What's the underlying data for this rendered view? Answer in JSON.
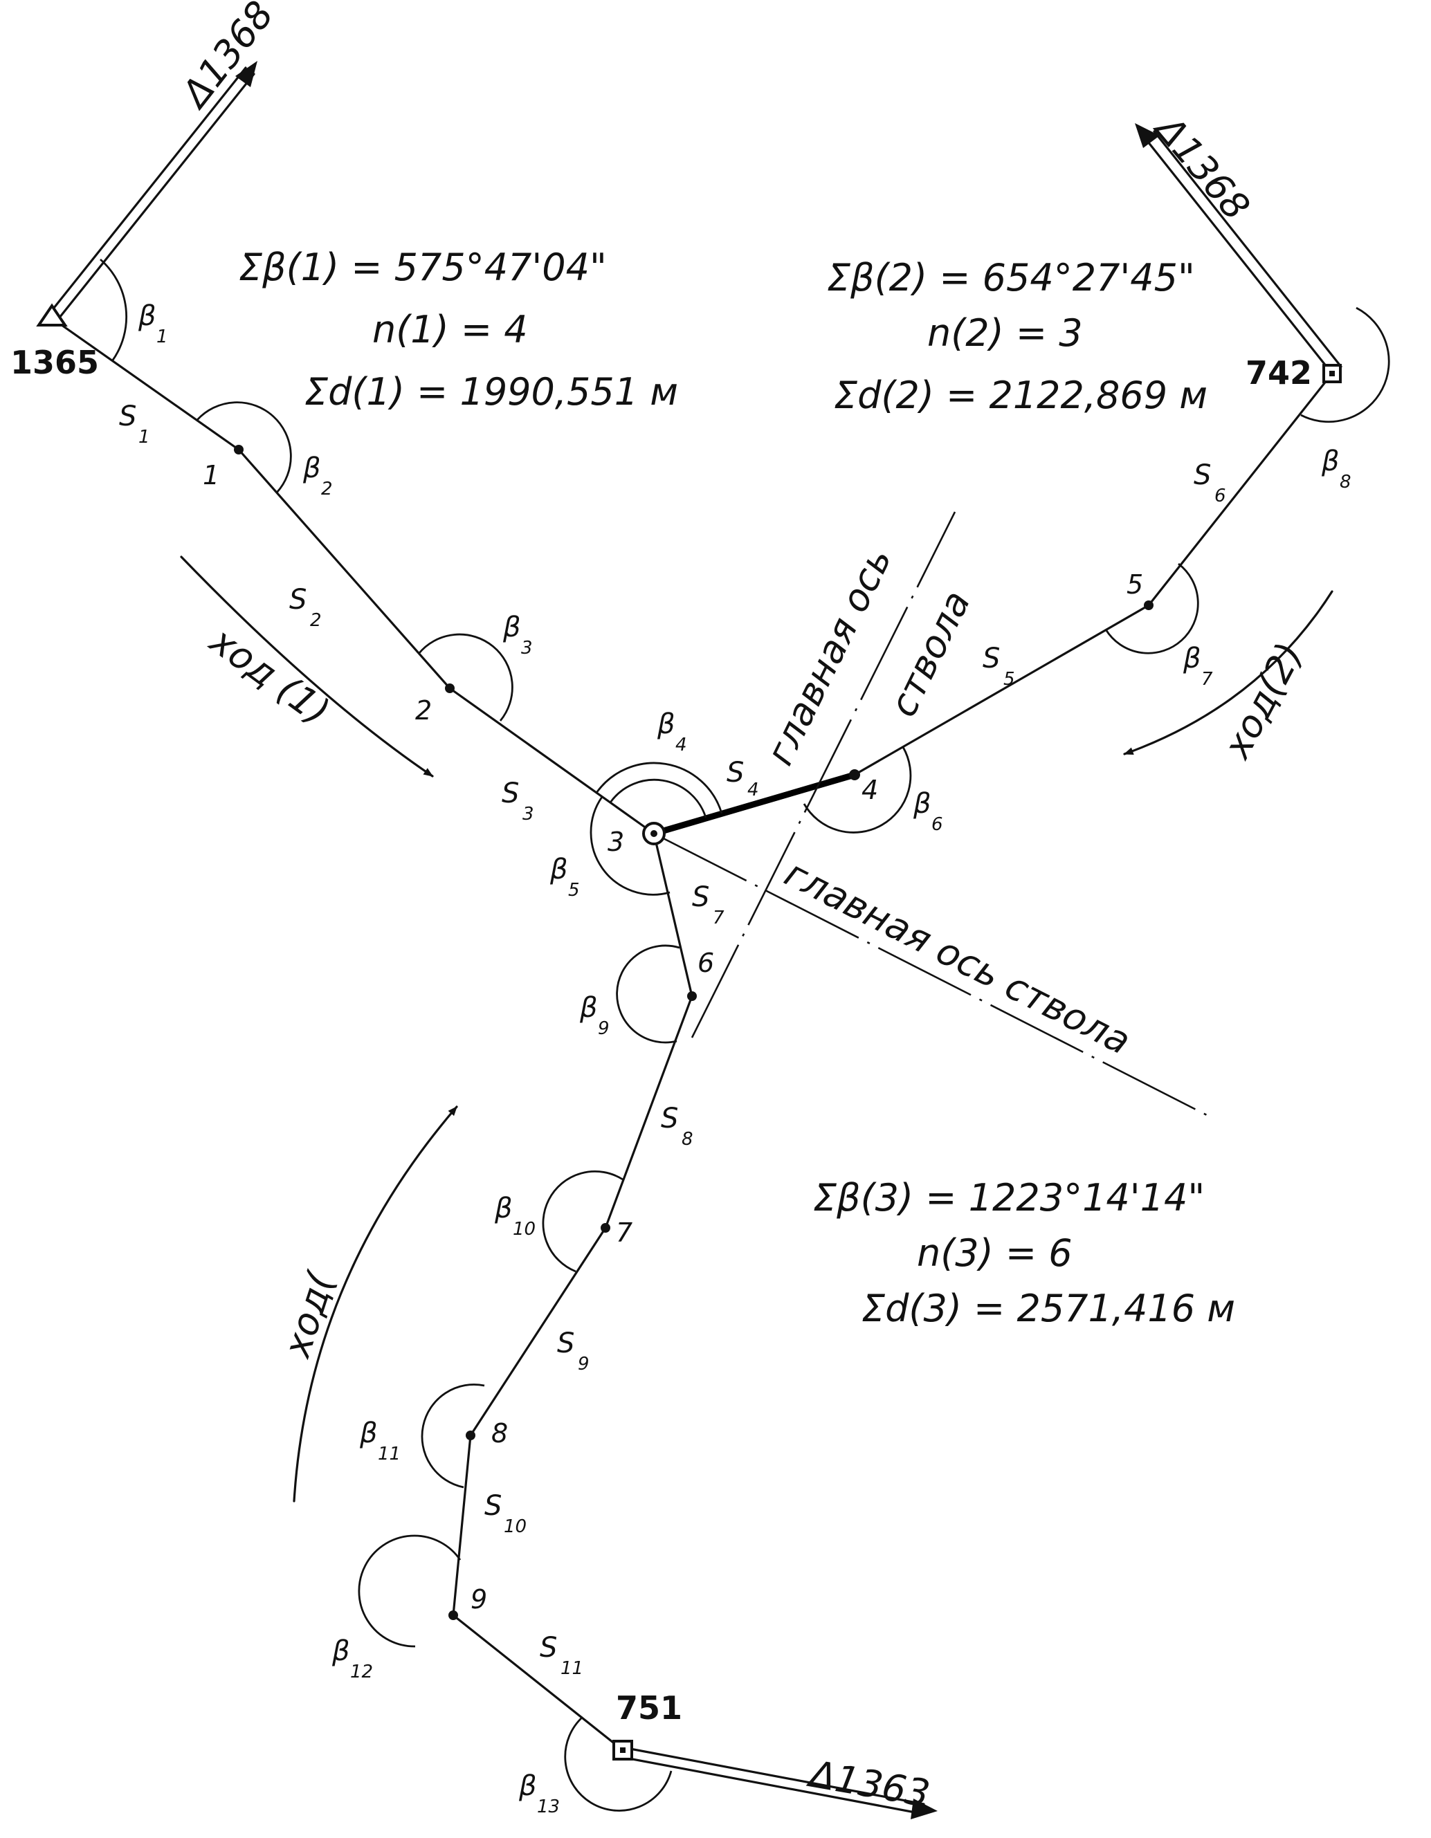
{
  "reference_marks": {
    "top_left": "Δ1368",
    "top_right": "Δ1368",
    "bottom": "Δ1363"
  },
  "stations": {
    "s1365": "1365",
    "s742": "742",
    "s751": "751"
  },
  "points": {
    "p1": "1",
    "p2": "2",
    "p3": "3",
    "p4": "4",
    "p5": "5",
    "p6": "6",
    "p7": "7",
    "p8": "8",
    "p9": "9"
  },
  "sides": {
    "s1": "1",
    "s2": "2",
    "s3": "3",
    "s4": "4",
    "s5": "5",
    "s6": "6",
    "s7": "7",
    "s8": "8",
    "s9": "9",
    "s10": "10",
    "s11": "11"
  },
  "angles": {
    "b1": "1",
    "b2": "2",
    "b3": "3",
    "b4": "4",
    "b5": "5",
    "b6": "6",
    "b7": "7",
    "b8": "8",
    "b9": "9",
    "b10": "10",
    "b11": "11",
    "b12": "12",
    "b13": "13"
  },
  "symbols": {
    "s": "S",
    "beta": "β"
  },
  "traverses": {
    "t1": "ход (1)",
    "t2": "ход(2)",
    "t3": "ход("
  },
  "axes": {
    "axis_a_top": "главная ось",
    "axis_a_bottom": "ствола",
    "axis_b": "главная ось ствола"
  },
  "summary_1": {
    "sum_beta": "Σβ(1) = 575°47'04\"",
    "n": "n(1) = 4",
    "sum_d": "Σd(1) = 1990,551 м"
  },
  "summary_2": {
    "sum_beta": "Σβ(2) = 654°27'45\"",
    "n": "n(2) = 3",
    "sum_d": "Σd(2) = 2122,869 м"
  },
  "summary_3": {
    "sum_beta": "Σβ(3) = 1223°14'14\"",
    "n": "n(3) = 6",
    "sum_d": "Σd(3) = 2571,416 м"
  }
}
